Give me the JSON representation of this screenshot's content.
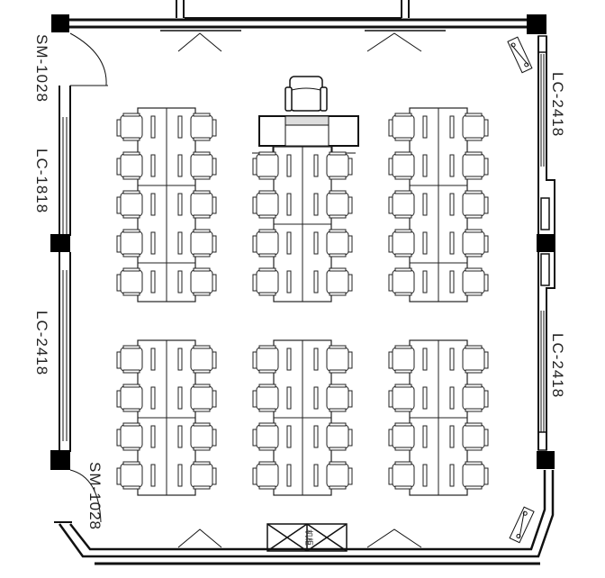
{
  "labels": {
    "door_top_left": "SM-1028",
    "window_left_upper": "LC-1818",
    "window_left_lower": "LC-2418",
    "door_bottom_left": "SM-1028",
    "window_right_upper": "LC-2418",
    "window_right_lower": "LC-2418",
    "cabinet": "机柜"
  },
  "seating": {
    "desk_columns": 3,
    "top_group_rows": [
      5,
      4,
      5
    ],
    "bottom_group_rows": [
      4,
      4,
      4
    ],
    "seats_per_row": 4
  },
  "colors": {
    "line": "#111111",
    "fill": "#ffffff",
    "column": "#000000"
  }
}
